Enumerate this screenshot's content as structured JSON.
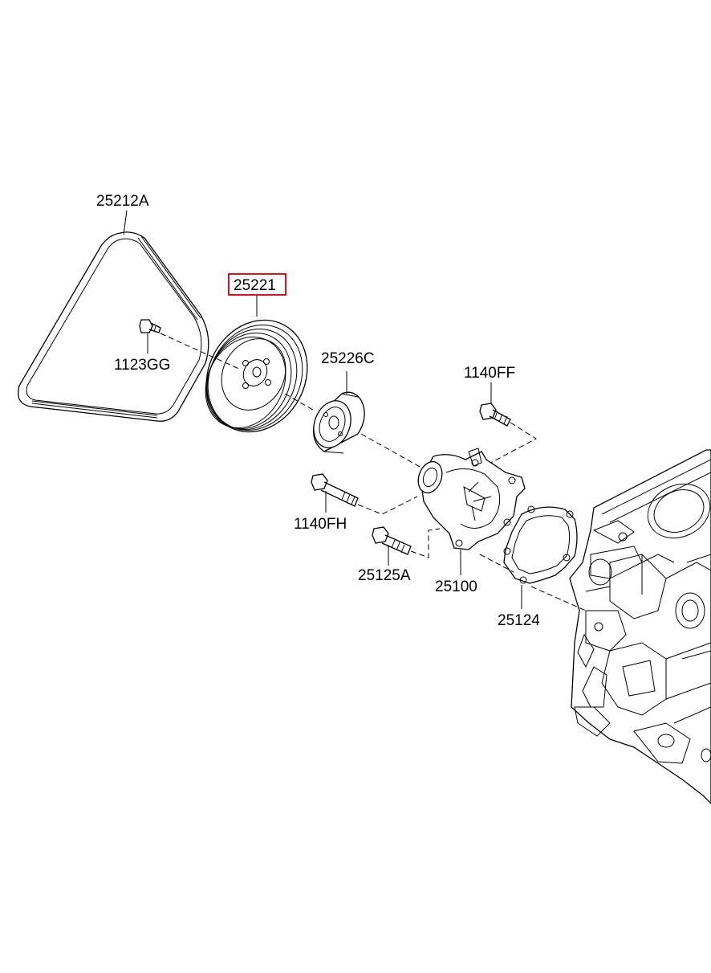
{
  "diagram": {
    "highlighted_part": "25221",
    "highlight_color": "#e0101a",
    "parts": [
      {
        "id": "belt",
        "label": "25212A"
      },
      {
        "id": "pulley",
        "label": "25221"
      },
      {
        "id": "bolt-pulley",
        "label": "1123GG"
      },
      {
        "id": "idler",
        "label": "25226C"
      },
      {
        "id": "bolt-upper",
        "label": "1140FF"
      },
      {
        "id": "bolt-long",
        "label": "1140FH"
      },
      {
        "id": "bolt-lower",
        "label": "25125A"
      },
      {
        "id": "water-pump",
        "label": "25100"
      },
      {
        "id": "gasket",
        "label": "25124"
      }
    ]
  }
}
